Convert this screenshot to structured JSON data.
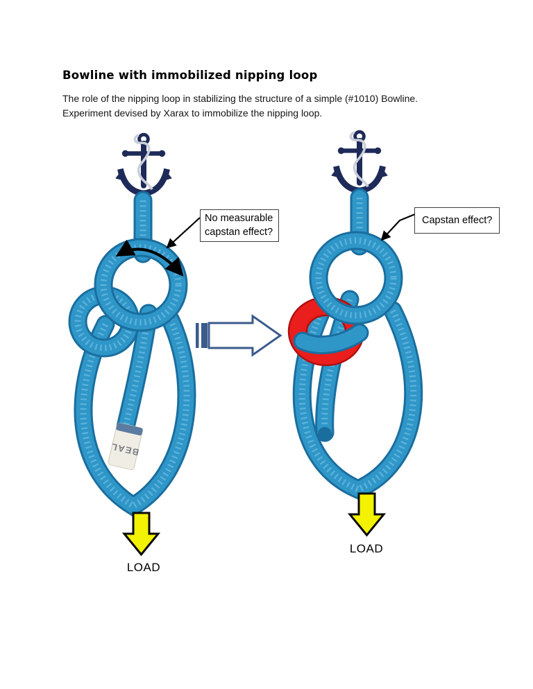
{
  "page": {
    "title": "Bowline with immobilized nipping loop",
    "intro": [
      "The role of the nipping loop in stabilizing the structure of a simple (#1010) Bowline.",
      "Experiment devised by Xarax to immobilize the nipping loop."
    ]
  },
  "figures": {
    "left": {
      "callout": "No measurable capstan effect?",
      "load_label": "LOAD",
      "rope_brand_tag": "BEAL"
    },
    "right": {
      "callout": "Capstan effect?",
      "load_label": "LOAD"
    }
  },
  "icons": {
    "anchor": "anchor-clipart",
    "transform_arrow": "striped-right-block-arrow",
    "load_arrow": "yellow-down-block-arrow",
    "rotation_arrow": "curved-double-headed-arrow",
    "leader_line": "arrow-leader-line"
  },
  "colors": {
    "rope_blue": "#2F96C8",
    "rope_dark": "#1A6E9E",
    "rope_light": "#7CC6E8",
    "anchor_navy": "#1E2A58",
    "anchor_rope_gray": "#C9CEDA",
    "ring_red": "#EA1E1C",
    "ring_red_dark": "#B01110",
    "arrow_yellow": "#F2F202",
    "block_arrow_blue": "#3A5B8C",
    "callout_border": "#3C3C3C",
    "tag_beige": "#F0EDE4",
    "tag_band_blue": "#4A6F98",
    "tag_text_gray": "#787D86"
  }
}
